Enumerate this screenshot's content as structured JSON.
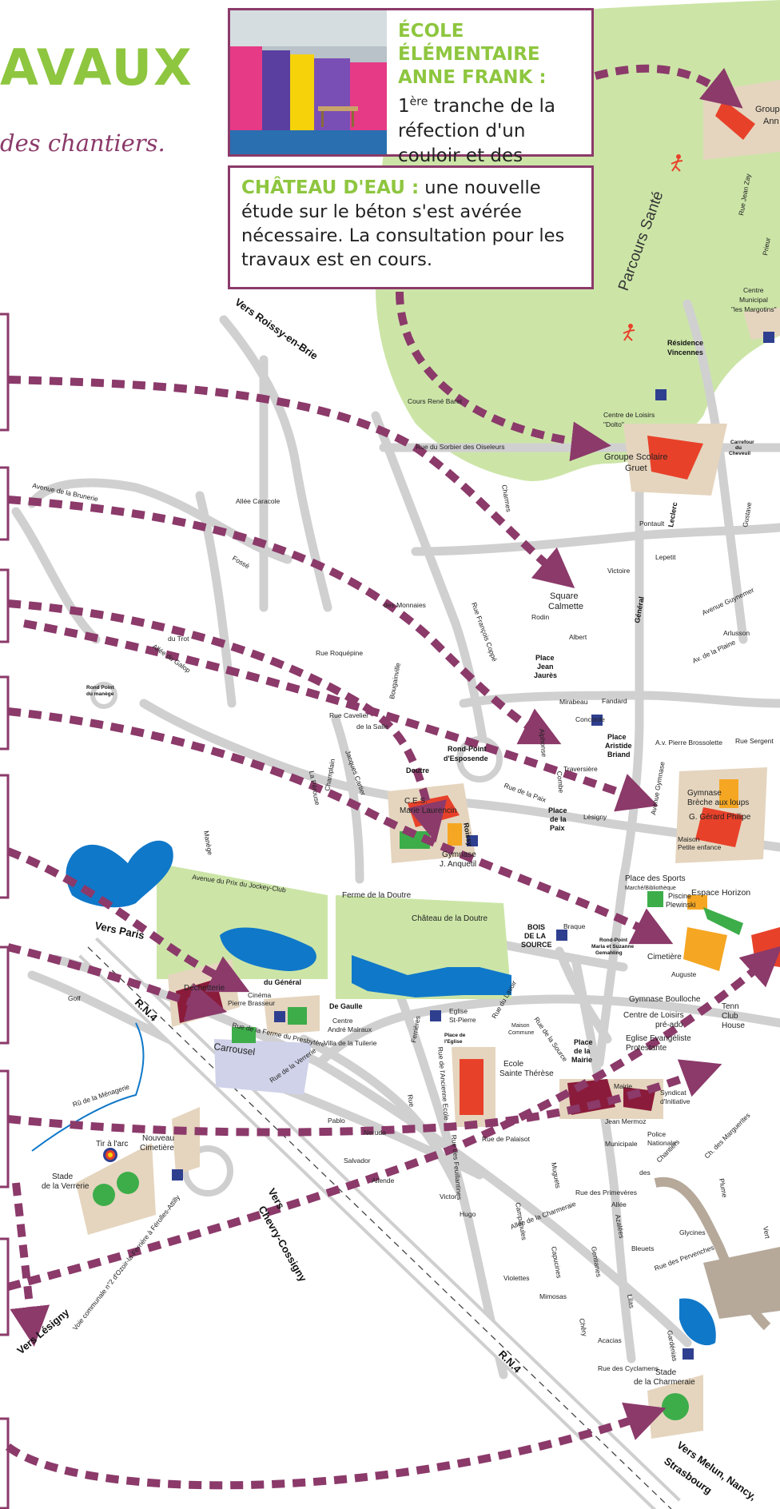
{
  "heading": "AVAUX",
  "subheading": "des chantiers.",
  "callouts": {
    "school": {
      "title": "ÉCOLE ÉLÉMENTAIRE ANNE FRANK :",
      "prefix": "1",
      "sup": "ère",
      "body": " tranche de la réfection d'un couloir et des portes."
    },
    "water_tower": {
      "title": "CHÂTEAU D'EAU :",
      "body": " une nouvelle étude sur le béton s'est avérée nécessaire. La consultation pour les travaux est en cours."
    }
  },
  "labels": {
    "parcours_sante": "Parcours Santé",
    "vers_roissy": "Vers Roissy-en-Brie",
    "vers_paris": "Vers Paris",
    "vers_lesigny": "Vers Lésigny",
    "vers_chevry_1": "Vers",
    "vers_chevry_2": "Chevry-Cossigny",
    "vers_melun_1": "Vers Melun, Nancy,",
    "vers_melun_2": "Strasbourg",
    "rn4_a": "R.N.4",
    "rn4_b": "R.N.4",
    "residence_vincennes_1": "Résidence",
    "residence_vincennes_2": "Vincennes",
    "centre_margotins_1": "Centre",
    "centre_margotins_2": "Municipal",
    "centre_margotins_3": "\"les Margotins\"",
    "centre_dolto_1": "Centre de Loisirs",
    "centre_dolto_2": "\"Dolto\"",
    "groupe_gruet_1": "Groupe Scolaire",
    "groupe_gruet_2": "Gruet",
    "groupe_anne_1": "Group",
    "groupe_anne_2": "Ann",
    "carrefour_cheveuil_1": "Carrefour",
    "carrefour_cheveuil_2": "du",
    "carrefour_cheveuil_3": "Cheveuil",
    "square_calmette_1": "Square",
    "square_calmette_2": "Calmette",
    "place_jaures_1": "Place",
    "place_jaures_2": "Jean",
    "place_jaures_3": "Jaurès",
    "rond_point_esposende_1": "Rond-Point",
    "rond_point_esposende_2": "d'Esposende",
    "rond_point_manege_1": "Rond Point",
    "rond_point_manege_2": "du manège",
    "ces_1": "C.E.S.",
    "ces_2": "Marie Laurencin",
    "gymnase_anquetil_1": "Gymnase",
    "gymnase_anquetil_2": "J. Anquetil",
    "place_briand_1": "Place",
    "place_briand_2": "Aristide",
    "place_briand_3": "Briand",
    "place_paix_1": "Place",
    "place_paix_2": "de la",
    "place_paix_3": "Paix",
    "gymnase_breche_1": "Gymnase",
    "gymnase_breche_2": "Brèche aux loups",
    "gymnase_philipe": "G. Gérard Philipe",
    "maison_enfance_1": "Maison",
    "maison_enfance_2": "Petite enfance",
    "place_sports": "Place des Sports",
    "marche_bibliotheque": "Marché/Bibliothèque",
    "piscine_1": "Piscine",
    "piscine_2": "Plewinski",
    "espace_horizon": "Espace Horizon",
    "ferme_doutre": "Ferme de la Doutre",
    "chateau_doutre": "Château de la Doutre",
    "bois_source_1": "BOIS",
    "bois_source_2": "DE LA",
    "bois_source_3": "SOURCE",
    "rond_point_gemahling_1": "Rond-Point",
    "rond_point_gemahling_2": "Maria et Suzanne",
    "rond_point_gemahling_3": "Gemahling",
    "cimetiere": "Cimetière",
    "gymnase_boulloche": "Gymnase Boulloche",
    "centre_preado_1": "Centre de Loisirs",
    "centre_preado_2": "pré-ado",
    "tennis_1": "Tenn",
    "tennis_2": "Club",
    "tennis_3": "House",
    "eglise_evangeliste_1": "Eglise Evangéliste",
    "eglise_evangeliste_2": "Protestante",
    "decheterie": "Déchetterie",
    "cinema_1": "Cinéma",
    "cinema_2": "Pierre Brasseur",
    "centre_malraux_1": "Centre",
    "centre_malraux_2": "André Malraux",
    "villa_tuilerie": "Villa de la Tuilerie",
    "carrousel": "Carrousel",
    "golf": "Golf",
    "ru_menagerie": "Rû de la Ménagerie",
    "eglise_st_pierre_1": "Eglise",
    "eglise_st_pierre_2": "St-Pierre",
    "place_eglise_1": "Place de",
    "place_eglise_2": "l'Eglise",
    "maison_commune_1": "Maison",
    "maison_commune_2": "Commune",
    "ecole_therese_1": "Ecole",
    "ecole_therese_2": "Sainte Thérèse",
    "place_mairie_1": "Place",
    "place_mairie_2": "de la",
    "place_mairie_3": "Mairie",
    "mairie": "Mairie",
    "syndicat_1": "Syndicat",
    "syndicat_2": "d'Initiative",
    "jean_mermoz": "Jean Mermoz",
    "police_municipale": "Municipale",
    "police_nationale_1": "Police",
    "police_nationale_2": "Nationale",
    "tir_arc": "Tir à l'arc",
    "nouveau_cimetiere_1": "Nouveau",
    "nouveau_cimetiere_2": "Cimetière",
    "stade_verrerie_1": "Stade",
    "stade_verrerie_2": "de la Verrerie",
    "stade_charmeraie_1": "Stade",
    "stade_charmeraie_2": "de la Charmeraie",
    "voie_communale": "Voie communale n°2 d'Ozoir-la-Ferrière à Férolles-Attilly",
    "cours_rene_baret": "Cours René Baret",
    "rue_sorbier": "Rue du Sorbier des Oiseleurs",
    "rue_roquepine": "Rue Roquépine",
    "rue_cavelier": "Rue Cavelier",
    "rue_de_la_salle": "de la Salle",
    "rue_victoire": "Victoire",
    "rue_pontault": "Pontault",
    "rue_monnaies": "des Monnaies",
    "rue_traversiere": "Traversière",
    "rue_concorde": "Concorde",
    "rue_palaisot": "Rue de Palaisot",
    "rue_verrerie": "Rue de la Verrerie",
    "rue_pablo": "Pablo",
    "rue_salvador": "Salvador",
    "rue_allende": "Allende",
    "rue_neruda": "Neruda",
    "rue_victor": "Victor",
    "rue_hugo": "Hugo",
    "allee_charmeraie": "Allée de la Charmeraie",
    "rue_mimosas": "Mimosas",
    "rue_violettes": "Violettes",
    "rue_rodin": "Rodin",
    "rue_albert": "Albert",
    "rue_fandard": "Fandard",
    "rue_mirabeau": "Mirabeau",
    "rue_lesigny": "Lésigny",
    "rue_braque": "Braque",
    "rue_augustine": "Auguste",
    "rue_lepetit": "Lepetit",
    "av_leclerc": "Leclerc",
    "av_general": "Général",
    "av_de_gaulle": "De Gaulle",
    "av_du_general": "du Général",
    "av_brossolette": "A.v. Pierre Brossolette",
    "av_gymnase": "Avenue Gymnase",
    "av_guynemer": "Avenue Guynemer",
    "av_arlusson": "Arlusson",
    "av_plaine": "Av. de la Plaine",
    "av_prix_amerique": "Avenue du Prix du Jockey-Club",
    "av_brunerie": "Avenue de la Brunerie",
    "allee_caracole": "Allée Caracole",
    "rue_fosse": "Fossé",
    "rue_trot": "du Trot",
    "rue_galop": "Allée du Galop",
    "rue_manege": "Manège",
    "rue_doutre": "Doutre",
    "rue_roissy": "Roissy",
    "rue_francois_coppe": "Rue François Coppé",
    "rue_alphonse": "Alphonse",
    "rue_combe": "Combe",
    "rue_source": "Rue de la Source",
    "rue_lavoir": "Rue du Lavoir",
    "rue_paix": "Rue de la Paix",
    "rue_jacques_cartier": "Jacques Cartier",
    "rue_la_perouse": "La Pérouse",
    "rue_bougainville": "Bougainville",
    "rue_champlain": "Champlain",
    "rue_presbytere": "Rue de la Ferme du Presbytère",
    "rue_ancienne_ecole": "Rue de l'Ancienne Ecole",
    "rue_feuillantines": "Rue des Feuillantines",
    "rue_ferrieres": "Ferrières",
    "rue_de_la_source_b": "Rue",
    "rue_chantiers": "Chantiers",
    "rue_des": "des",
    "rue_sergent": "Rue Sergent",
    "ch_marguerites": "Ch. des Marguerites",
    "rue_cyclamens": "Rue des Cyclamens",
    "rue_acacias": "Acacias",
    "rue_lilas": "Lilas",
    "rue_pervenches": "Rue des Pervenches",
    "rue_glycines": "Glycines",
    "rue_bleuets": "Bleuets",
    "rue_azalees": "Azalées",
    "rue_gardenias": "Gardénias",
    "rue_gentianes": "Gentianes",
    "rue_campanules": "Campanules",
    "rue_capucines": "Capucines",
    "rue_primeveres": "Rue des Primevères",
    "rue_muguets": "Muguets",
    "rue_plume": "Plume",
    "rue_vert": "Vert",
    "rue_cherry": "Chêry",
    "rue_charmes": "Charmes",
    "allee_chene": "Allée",
    "av_gustave": "Gustave",
    "rue_jean_zay": "Rue Jean Zay",
    "rue_prieur": "Prieur"
  },
  "colors": {
    "accent_green": "#8ec63f",
    "plum": "#8b3a6a",
    "park_green": "#cce5a7",
    "water": "#1078c9",
    "building_tan": "#e5d5be",
    "road_grey": "#d9d9d9",
    "parking_blue": "#2f3f8f"
  }
}
